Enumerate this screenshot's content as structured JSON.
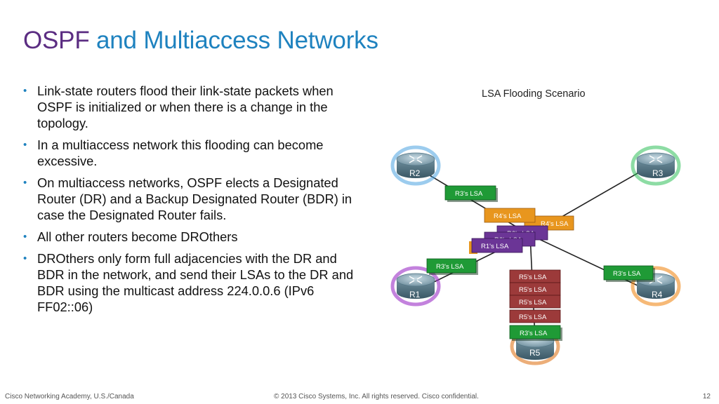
{
  "title": {
    "part1": "OSPF",
    "part2": " and Multiaccess Networks"
  },
  "bullets": [
    "Link-state routers flood their link-state packets when OSPF is initialized or when there is a change in the topology.",
    "In a multiaccess network this flooding can become excessive.",
    "On multiaccess networks, OSPF elects a Designated Router (DR) and a Backup Designated Router (BDR) in case the Designated Router fails.",
    "All other routers become DROthers",
    "DROthers only form full adjacencies with the DR and BDR in the network, and send their LSAs to the DR and BDR using the multicast address 224.0.0.6 (IPv6 FF02::06)"
  ],
  "diagram": {
    "title": "LSA Flooding Scenario",
    "routers": {
      "r1": {
        "label": "R1",
        "glow": "#9b2fc6"
      },
      "r2": {
        "label": "R2",
        "glow": "#4aa3e0"
      },
      "r3": {
        "label": "R3",
        "glow": "#2fbf5a"
      },
      "r4": {
        "label": "R4",
        "glow": "#f08a1c"
      },
      "r5": {
        "label": "R5",
        "glow": "#e07820"
      }
    },
    "lsa": {
      "r3_near_r2": "R3's LSA",
      "r3_near_r1": "R3's LSA",
      "r3_near_r4": "R3's LSA",
      "r3_near_r5": "R3's LSA",
      "r4_front": "R4's LSA",
      "r4_back": "R4's LSA",
      "r2_a": "R2's LSA",
      "r2_b": "R2's LSA",
      "r1_front": "R1's LSA",
      "r5_1": "R5's LSA",
      "r5_2": "R5's LSA",
      "r5_3": "R5's LSA",
      "r5_4": "R5's LSA"
    },
    "colors": {
      "green": "#1f9a36",
      "orange": "#e8961e",
      "purple": "#6b3596",
      "red": "#9c3a3a"
    }
  },
  "footer": {
    "left": "Cisco Networking Academy, U.S./Canada",
    "center": "© 2013 Cisco Systems, Inc. All rights reserved. Cisco confidential.",
    "page": "12"
  }
}
